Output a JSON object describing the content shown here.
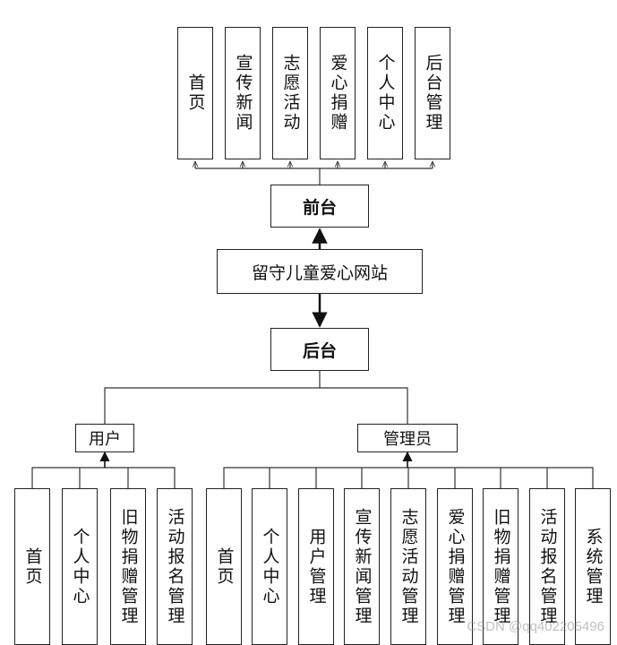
{
  "root": {
    "label": "留守儿童爱心网站"
  },
  "frontend": {
    "label": "前台",
    "modules": [
      "首页",
      "宣传新闻",
      "志愿活动",
      "爱心捐赠",
      "个人中心",
      "后台管理"
    ]
  },
  "backend": {
    "label": "后台",
    "user": {
      "label": "用户",
      "modules": [
        "首页",
        "个人中心",
        "旧物捐赠管理",
        "活动报名管理"
      ]
    },
    "admin": {
      "label": "管理员",
      "modules": [
        "首页",
        "个人中心",
        "用户管理",
        "宣传新闻管理",
        "志愿活动管理",
        "爱心捐赠管理",
        "旧物捐赠管理",
        "活动报名管理",
        "系统管理"
      ]
    }
  },
  "watermark": "CSDN @qq402205496"
}
